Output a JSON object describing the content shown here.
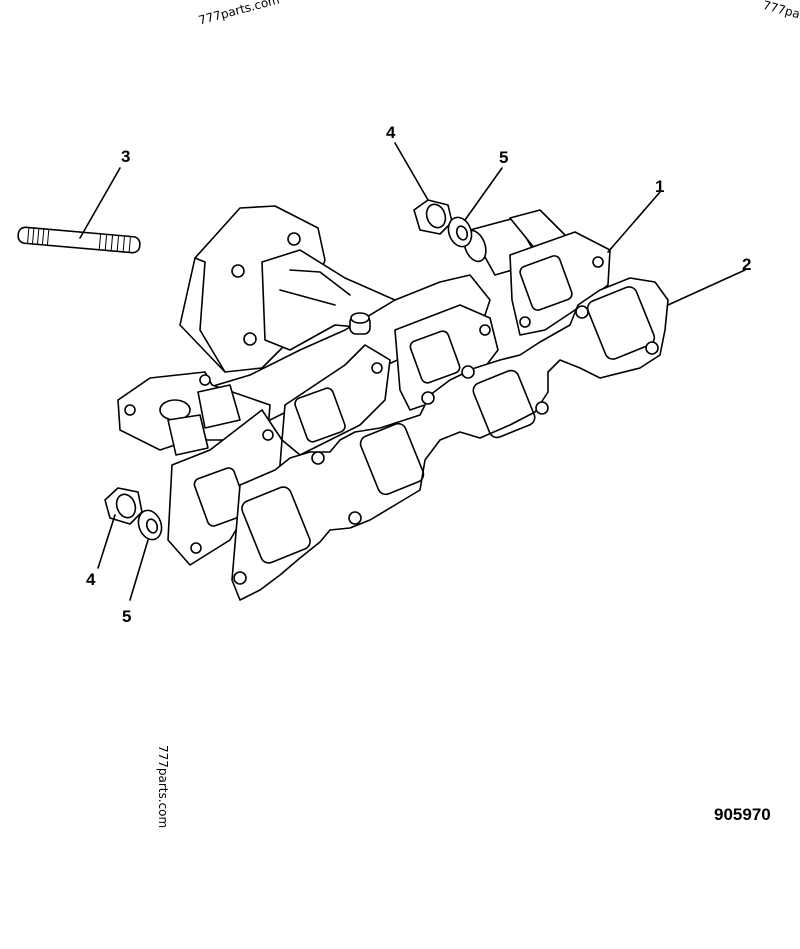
{
  "watermarks": [
    "777parts.com",
    "777parts.com",
    "777parts.com"
  ],
  "figure_id": "905970",
  "callouts": [
    {
      "label": "1"
    },
    {
      "label": "2"
    },
    {
      "label": "3"
    },
    {
      "label": "4"
    },
    {
      "label": "5"
    },
    {
      "label": "4"
    },
    {
      "label": "5"
    }
  ]
}
